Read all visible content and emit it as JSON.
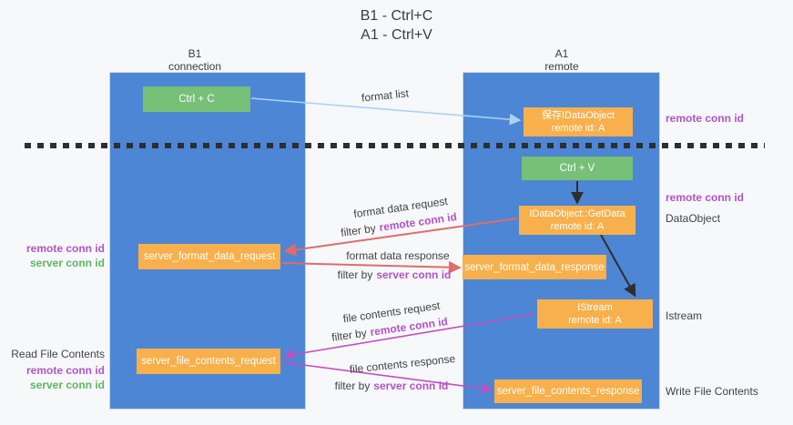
{
  "title": [
    "B1 - Ctrl+C",
    "A1 - Ctrl+V"
  ],
  "lanes": {
    "left": {
      "name": "B1",
      "role": "connection"
    },
    "right": {
      "name": "A1",
      "role": "remote"
    }
  },
  "nodes": {
    "ctrl_c": "Ctrl + C",
    "save_obj_l1": "保存IDataObject",
    "save_obj_l2": "remote id: A",
    "ctrl_v": "Ctrl + V",
    "getdata_l1": "IDataObject::GetData",
    "getdata_l2": "remote id: A",
    "format_request": "server_format_data_request",
    "format_response": "server_format_data_response",
    "istream_l1": "IStream",
    "istream_l2": "remote id: A",
    "file_request": "server_file_contents_request",
    "file_response": "server_file_contents_response"
  },
  "edges": {
    "format_list": "format list",
    "format_data_request": "format data request",
    "format_data_response": "format data response",
    "file_contents_request": "file contents request",
    "file_contents_response": "file contents response",
    "filter_by": "filter by",
    "remote_conn_id": "remote conn id",
    "server_conn_id": "server conn id"
  },
  "side": {
    "remote_conn_id": "remote conn id",
    "server_conn_id": "server conn id",
    "read_file_contents": "Read File Contents",
    "write_file_contents": "Write File Contents",
    "dataobject": "DataObject",
    "istream": "Istream"
  },
  "colors": {
    "lane_blue": "#4d86d4",
    "node_orange": "#f8b04c",
    "node_green": "#76c077",
    "label_purple": "#b054c4",
    "label_green": "#5cb85f",
    "arrow_salmon": "#e06c6c",
    "arrow_magenta": "#c24fc2",
    "arrow_light_blue": "#a9d3f2",
    "arrow_black": "#2e2e2e",
    "background": "#f7f8fa"
  }
}
